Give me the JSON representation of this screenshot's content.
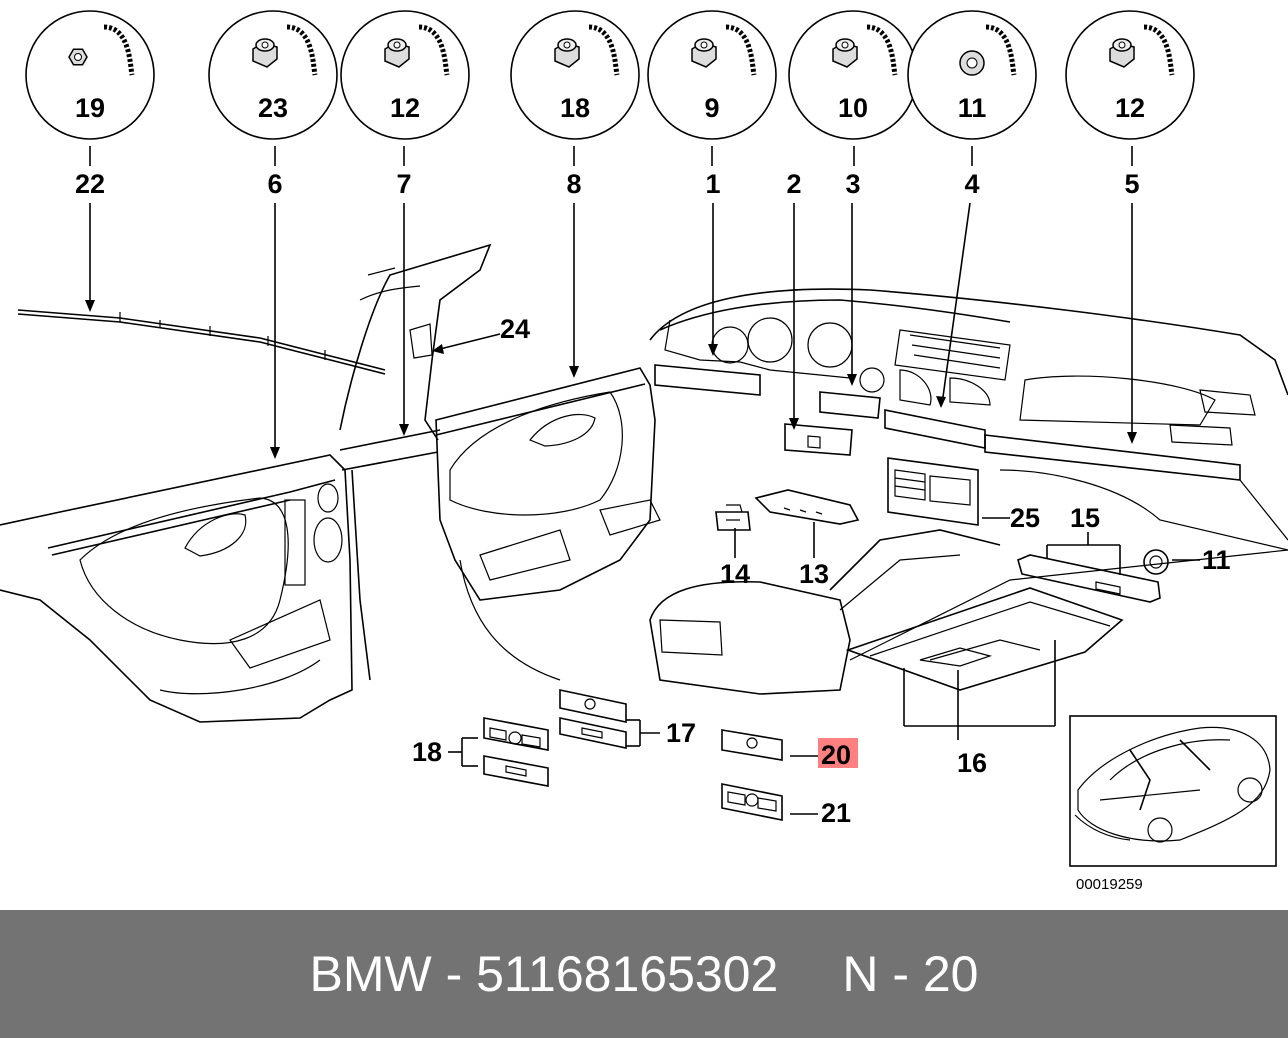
{
  "colors": {
    "footer_bg": "#737373",
    "footer_text": "#ffffff",
    "highlight": "#ff8080"
  },
  "fastener_circles": [
    {
      "label": "19",
      "icon": "hex-nut-icon"
    },
    {
      "label": "23",
      "icon": "clip-nut-icon"
    },
    {
      "label": "12",
      "icon": "clip-nut-icon"
    },
    {
      "label": "18",
      "icon": "clip-nut-icon"
    },
    {
      "label": "9",
      "icon": "clip-nut-icon"
    },
    {
      "label": "10",
      "icon": "clip-nut-icon"
    },
    {
      "label": "11",
      "icon": "star-clip-icon"
    },
    {
      "label": "12",
      "icon": "clip-nut-icon"
    }
  ],
  "callouts": {
    "c22": "22",
    "c6": "6",
    "c7": "7",
    "c8": "8",
    "c1": "1",
    "c2": "2",
    "c3": "3",
    "c4": "4",
    "c5": "5",
    "c24": "24",
    "c25": "25",
    "c15": "15",
    "c11": "11",
    "c14": "14",
    "c13": "13",
    "c17": "17",
    "c18": "18",
    "c20": "20",
    "c21": "21",
    "c16": "16"
  },
  "highlighted_part": "20",
  "diagram_ref": "00019259",
  "footer": {
    "brand_part": "BMW - 51168165302",
    "position": "N - 20"
  }
}
